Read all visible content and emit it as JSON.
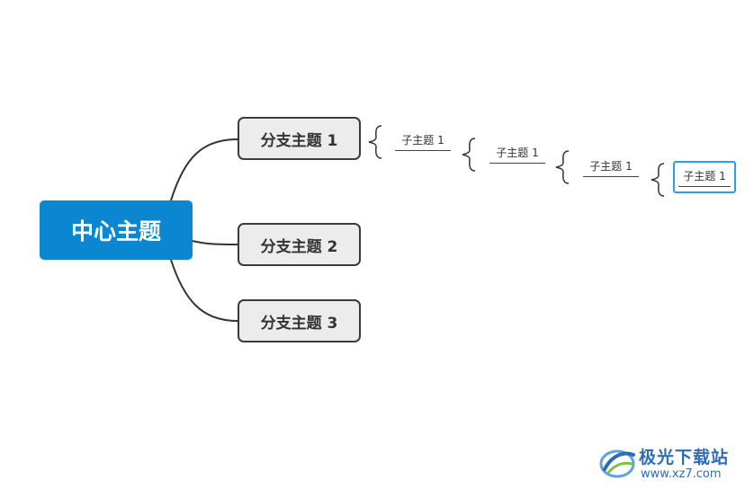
{
  "mindmap": {
    "central_topic": "中心主题",
    "branches": [
      {
        "label": "分支主题 1"
      },
      {
        "label": "分支主题 2"
      },
      {
        "label": "分支主题 3"
      }
    ],
    "subtopics": [
      {
        "label": "子主题 1"
      },
      {
        "label": "子主题 1"
      },
      {
        "label": "子主题 1"
      },
      {
        "label": "子主题 1",
        "selected": true
      }
    ],
    "colors": {
      "central_fill": "#0a87d0",
      "branch_fill": "#ececec",
      "branch_border": "#3b3b3b",
      "connector": "#333333",
      "selection": "#2d9ee6"
    }
  },
  "watermark": {
    "title": "极光下载站",
    "url": "www.xz7.com"
  }
}
